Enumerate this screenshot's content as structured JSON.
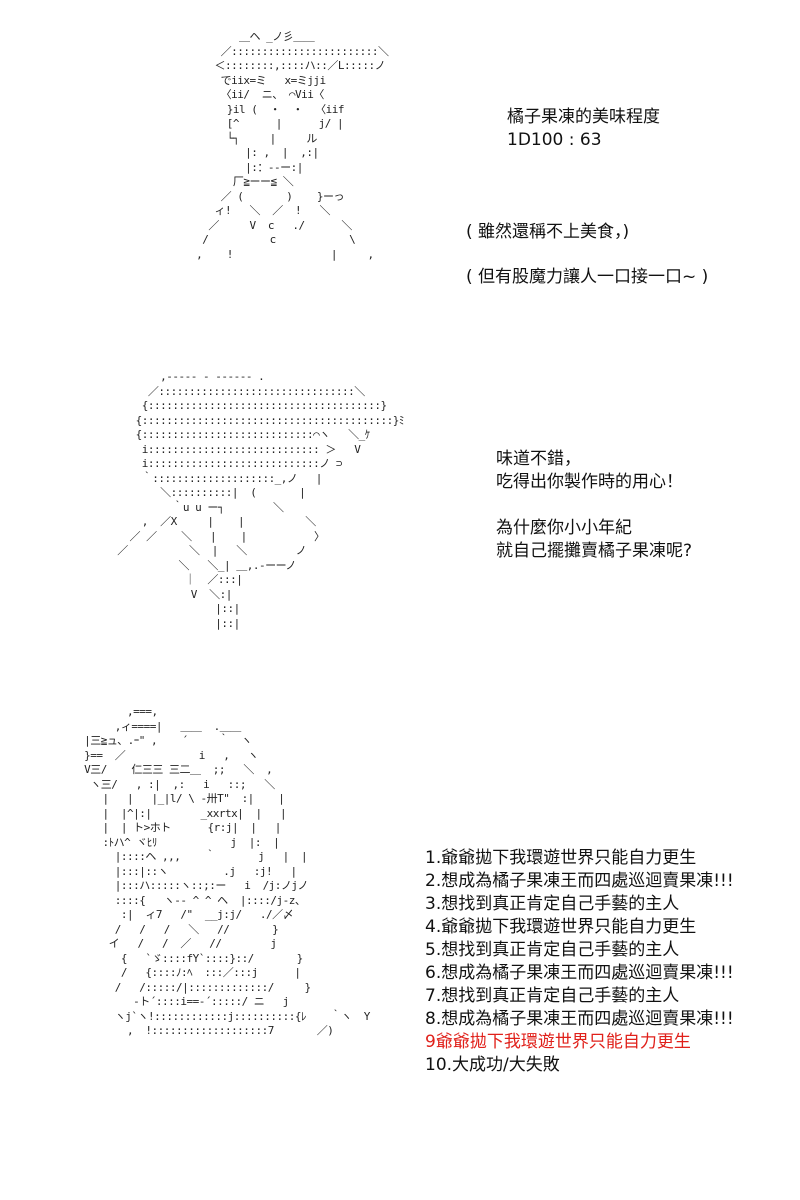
{
  "panel1": {
    "title": "橘子果凍的美味程度",
    "roll": "1D100 : 63",
    "note1": "( 雖然還稱不上美食，)",
    "note2": "( 但有股魔力讓人一口接一口~ )"
  },
  "panel2": {
    "line1": "味道不錯，",
    "line2": "吃得出你製作時的用心！",
    "line3": "為什麼你小小年紀",
    "line4": "就自己擺攤賣橘子果凍呢?"
  },
  "panel3": {
    "options": [
      "1.爺爺拋下我環遊世界只能自力更生",
      "2.想成為橘子果凍王而四處巡迴賣果凍!!!",
      "3.想找到真正肯定自己手藝的主人",
      "4.爺爺拋下我環遊世界只能自力更生",
      "5.想找到真正肯定自己手藝的主人",
      "6.想成為橘子果凍王而四處巡迴賣果凍!!!",
      "7.想找到真正肯定自己手藝的主人",
      "8.想成為橘子果凍王而四處巡迴賣果凍!!!",
      "9爺爺拋下我環遊世界只能自力更生",
      "10.大成功/大失敗"
    ],
    "highlight_index": 8,
    "highlight_color": "#e0201a"
  }
}
